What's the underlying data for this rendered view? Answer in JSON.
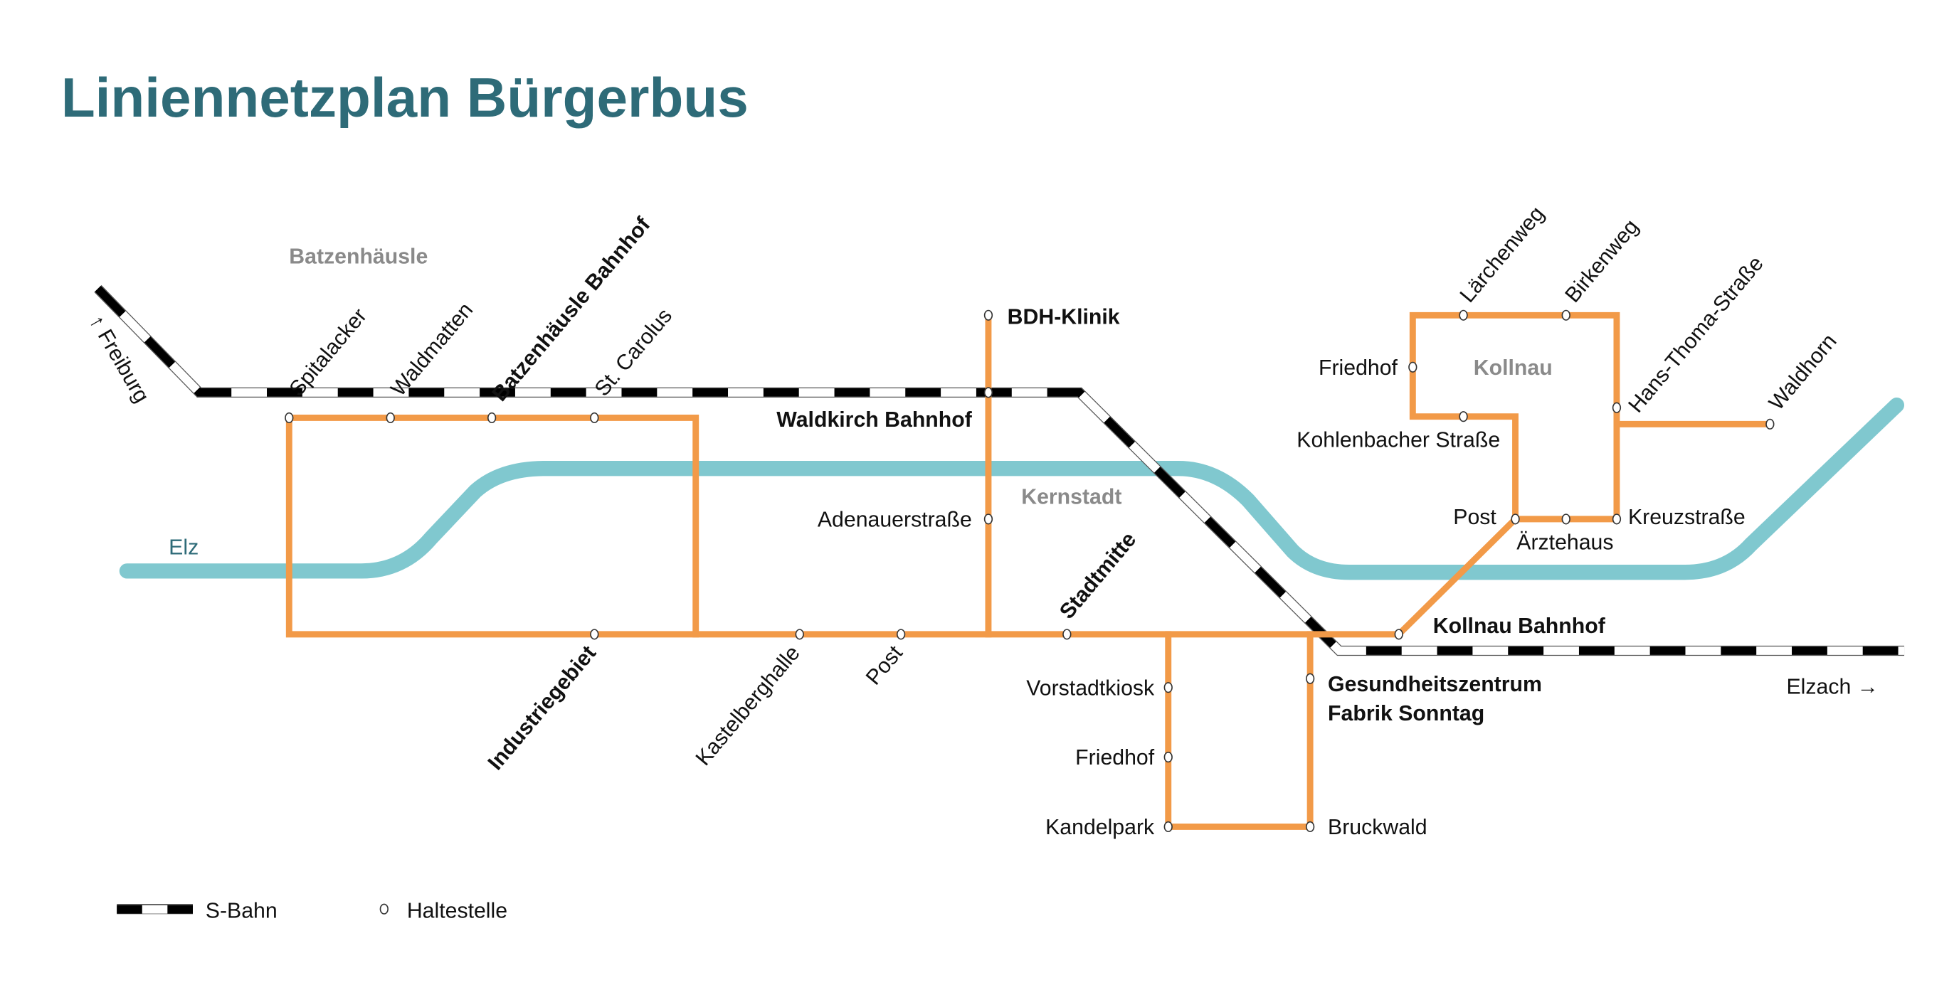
{
  "title": "Liniennetzplan Bürgerbus",
  "colors": {
    "title": "#2e6b78",
    "bus_line": "#f29a48",
    "river": "#80c8cf",
    "district": "#8a8a8a",
    "rail": "#000000"
  },
  "districts": {
    "batzenhaeusle": "Batzenhäusle",
    "kernstadt": "Kernstadt",
    "kollnau": "Kollnau"
  },
  "river": {
    "name": "Elz"
  },
  "directions": {
    "freiburg": "↑ Freiburg",
    "elzach": "Elzach →"
  },
  "stops": {
    "spitalacker": "Spitalacker",
    "waldmatten": "Waldmatten",
    "batzenhaeusle_bahnhof": "Batzenhäusle Bahnhof",
    "st_carolus": "St. Carolus",
    "bdh_klinik": "BDH-Klinik",
    "waldkirch_bahnhof": "Waldkirch Bahnhof",
    "adenauerstrasse": "Adenauerstraße",
    "industriegebiet": "Industriegebiet",
    "kastelberghalle": "Kastelberghalle",
    "post_kernstadt": "Post",
    "stadtmitte": "Stadtmitte",
    "vorstadtkiosk": "Vorstadtkiosk",
    "friedhof_kernstadt": "Friedhof",
    "kandelpark": "Kandelpark",
    "bruckwald": "Bruckwald",
    "gesundheitszentrum_1": "Gesundheitszentrum",
    "gesundheitszentrum_2": "Fabrik Sonntag",
    "kollnau_bahnhof": "Kollnau Bahnhof",
    "post_kollnau": "Post",
    "aerztehaus": "Ärztehaus",
    "kreuzstrasse": "Kreuzstraße",
    "kohlenbacher_strasse": "Kohlenbacher Straße",
    "friedhof_kollnau": "Friedhof",
    "laerchenweg": "Lärchenweg",
    "birkenweg": "Birkenweg",
    "hans_thoma_strasse": "Hans-Thoma-Straße",
    "waldhorn": "Waldhorn"
  },
  "legend": {
    "sbahn": "S-Bahn",
    "stop": "Haltestelle"
  }
}
